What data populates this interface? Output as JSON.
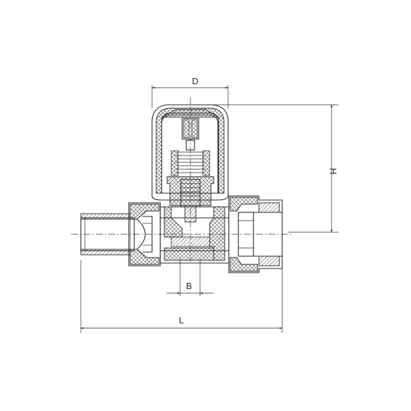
{
  "dimensions": {
    "d_label": "D",
    "h_label": "H",
    "b_label": "B",
    "l_label": "L"
  },
  "colors": {
    "line": "#222222",
    "background": "#ffffff"
  }
}
